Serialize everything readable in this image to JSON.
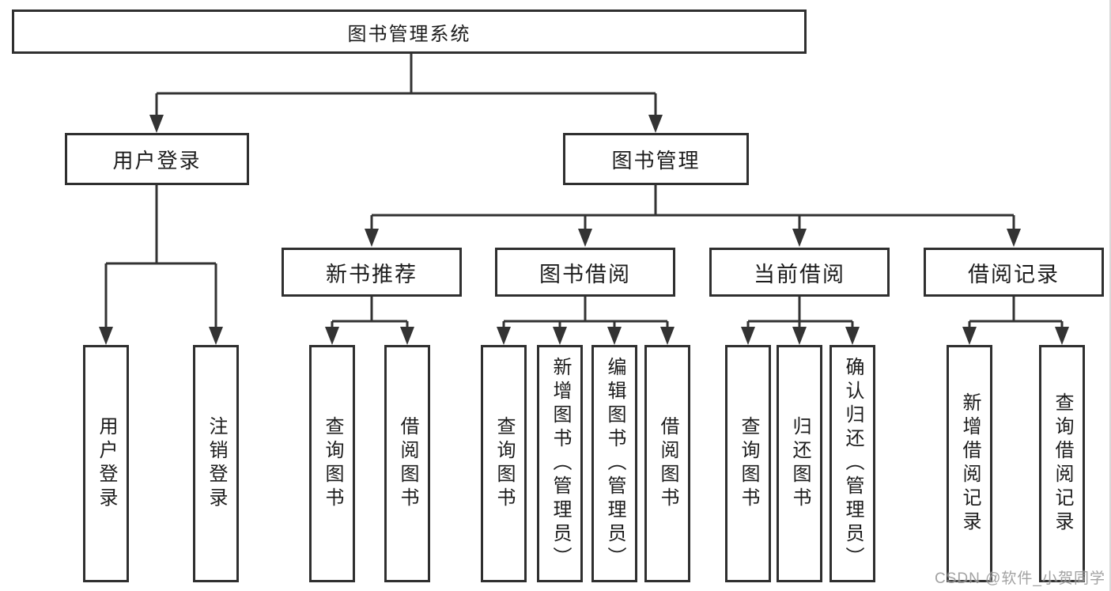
{
  "diagram": {
    "title": "图书管理系统",
    "colors": {
      "line": "#333333",
      "border": "#2f2f2f",
      "text": "#1c1c1c",
      "background": "#ffffff",
      "watermark": "#929292"
    },
    "tree": {
      "root": {
        "label": "图书管理系统"
      },
      "level2": [
        {
          "label": "用户登录"
        },
        {
          "label": "图书管理"
        }
      ],
      "level3": [
        {
          "label": "新书推荐"
        },
        {
          "label": "图书借阅"
        },
        {
          "label": "当前借阅"
        },
        {
          "label": "借阅记录"
        }
      ],
      "leaves": {
        "user_login": [
          "用户登录",
          "注销登录"
        ],
        "new_book_rec": [
          "查询图书",
          "借阅图书"
        ],
        "book_borrow": [
          "查询图书",
          "新增图书（管理员）",
          "编辑图书（管理员）",
          "借阅图书"
        ],
        "current_borrow": [
          "查询图书",
          "归还图书",
          "确认归还（管理员）"
        ],
        "borrow_records": [
          "新增借阅记录",
          "查询借阅记录"
        ]
      }
    },
    "watermark": "CSDN @软件_小贺同学"
  }
}
